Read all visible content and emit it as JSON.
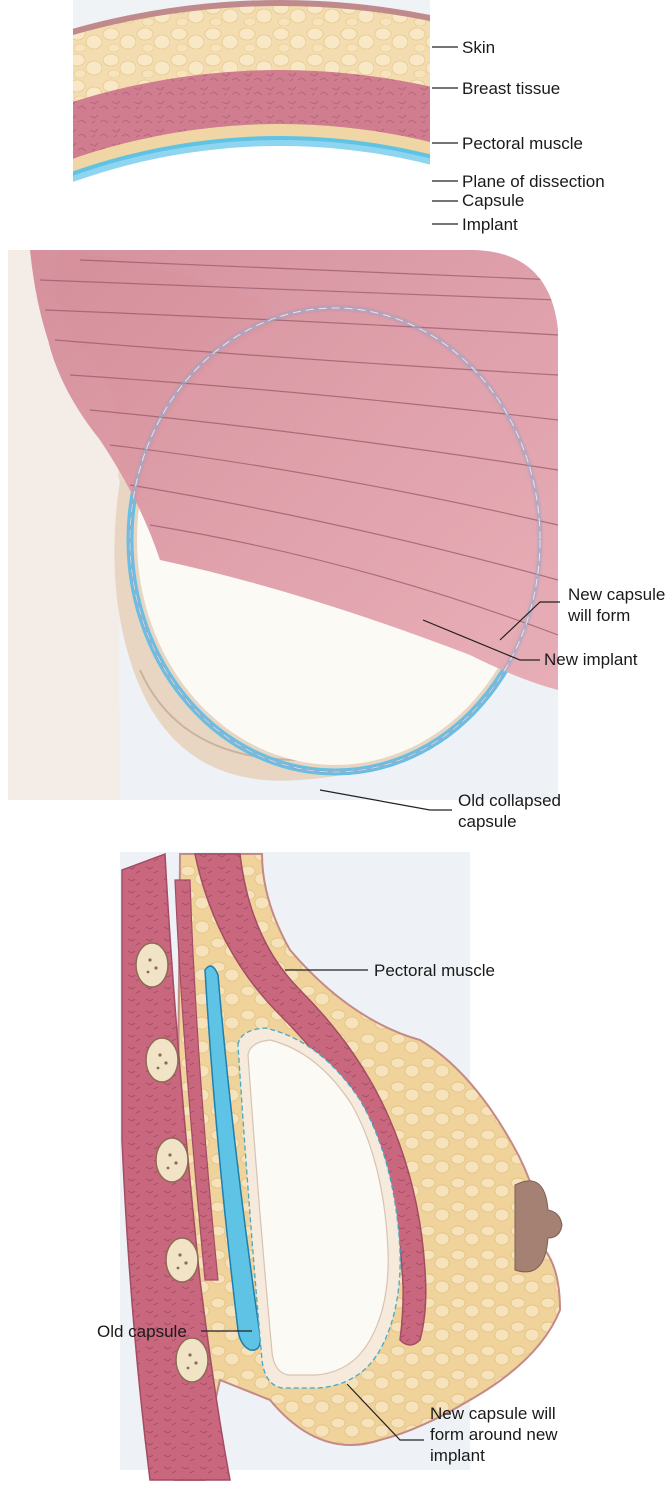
{
  "colors": {
    "skin": "#c08a8c",
    "breast_tissue": "#f3ddb0",
    "muscle": "#cf7d8f",
    "capsule": "#5fc3e6",
    "implant": "#fbfaf4",
    "background_panel": "#eff3f7"
  },
  "top_panel": {
    "labels": {
      "skin": "Skin",
      "breast_tissue": "Breast tissue",
      "pectoral_muscle": "Pectoral muscle",
      "plane_of_dissection": "Plane of dissection",
      "capsule": "Capsule",
      "implant": "Implant"
    }
  },
  "middle_panel": {
    "labels": {
      "new_capsule_line1": "New capsule",
      "new_capsule_line2": "will form",
      "new_implant": "New implant",
      "old_capsule_line1": "Old collapsed",
      "old_capsule_line2": "capsule"
    }
  },
  "bottom_panel": {
    "labels": {
      "pectoral_muscle": "Pectoral muscle",
      "old_capsule": "Old capsule",
      "new_capsule_line1": "New capsule will",
      "new_capsule_line2": "form around new",
      "new_capsule_line3": "implant"
    }
  }
}
